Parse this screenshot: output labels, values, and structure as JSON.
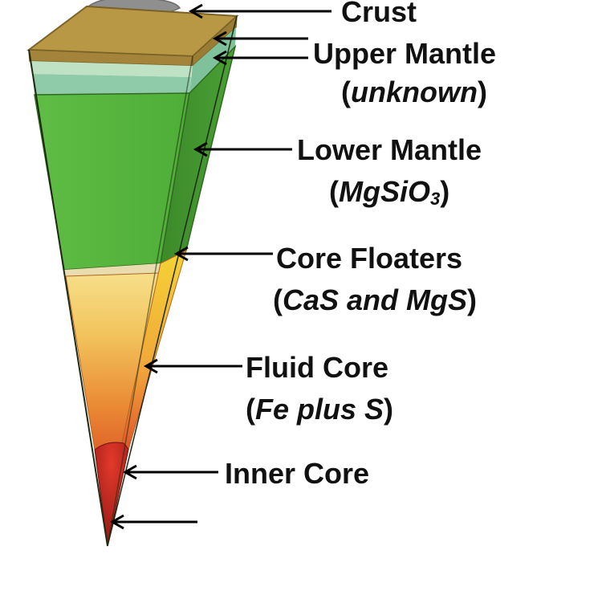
{
  "layers": [
    {
      "name": "Crust"
    },
    {
      "name": "Upper Mantle",
      "composition": "unknown"
    },
    {
      "name": "Lower Mantle",
      "composition_main": "MgSiO",
      "composition_subscript": "3"
    },
    {
      "name": "Core Floaters",
      "composition": "CaS and MgS"
    },
    {
      "name": "Fluid Core",
      "composition": "Fe plus S"
    },
    {
      "name": "Inner Core"
    }
  ],
  "paren_open": "(",
  "paren_close": ")",
  "colors": {
    "crust": "#a88a3a",
    "crust_top": "#bb9b45",
    "upper_mantle_light": "#b9dfc2",
    "upper_mantle_mid": "#86c9a3",
    "lower_mantle_front": "#55b43c",
    "lower_mantle_side": "#3f8f2c",
    "floater_band": "#e7d9a8",
    "core_front_top": "#f4d26a",
    "core_front_mid": "#efb04a",
    "core_front_low": "#e8762f",
    "inner_core": "#c41e1e",
    "core_side": "#f0c32e",
    "arrow": "#000000",
    "rock": "#8f8f8f"
  }
}
